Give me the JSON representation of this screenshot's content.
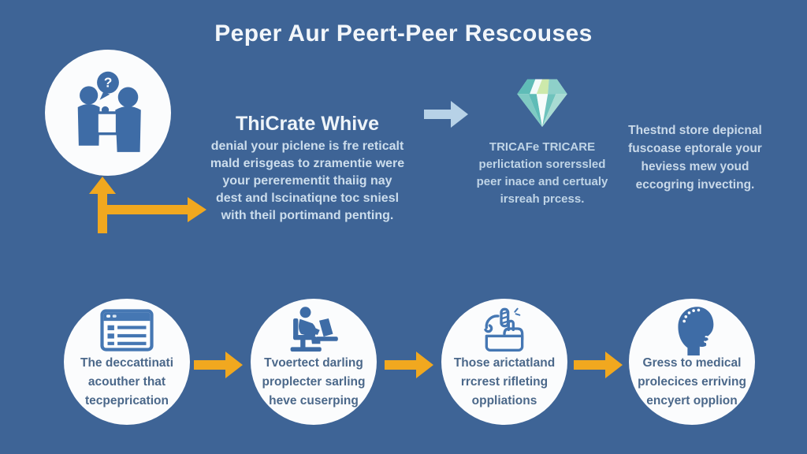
{
  "title": "Peper Aur Peert-Peer Rescouses",
  "top": {
    "people_bubble_glyph": "?",
    "center": {
      "heading": "ThiCrate Whive",
      "lines": [
        "denial your piclene is fre reticalt",
        "mald erisgeas to zramentie were",
        "your pererementit thaiig nay",
        "dest and lscinatiqne toc sniesl",
        "with theil portimand penting."
      ]
    },
    "diamond": {
      "lines": [
        "TRICAFe TRICARE",
        "perlictation sorerssled",
        "peer inace and certualy",
        "irsreah prcess."
      ]
    },
    "right": {
      "lines": [
        "Thestnd store depicnal",
        "fuscoase eptorale your",
        "heviess mew youd",
        "eccogring invecting."
      ]
    }
  },
  "steps": [
    {
      "icon": "browser-window-icon",
      "lines": [
        "The deccattinati",
        "acouther that",
        "tecpeprication"
      ]
    },
    {
      "icon": "person-laptop-icon",
      "lines": [
        "Tvoertect darling",
        "proplecter sarling",
        "heve cuserping"
      ]
    },
    {
      "icon": "hand-phone-icon",
      "lines": [
        "Those arictatland",
        "rrcrest rifleting",
        "oppliations"
      ]
    },
    {
      "icon": "head-profile-icon",
      "lines": [
        "Gress to medical",
        "prolecices erriving",
        "encyert opplion"
      ]
    }
  ],
  "colors": {
    "background": "#3e6496",
    "accent_yellow": "#f1a81f",
    "arrow_light_blue": "#b7d2e7",
    "icon_blue": "#3e6ca6",
    "icon_outline_blue": "#4577b3",
    "circle_white": "#fbfcfd",
    "title_white": "#f2f6fa",
    "body_text_light": "#ccddec",
    "circle_text": "#4b688a",
    "diamond_teal": "#5fbcb7",
    "diamond_green": "#cde9ab"
  }
}
